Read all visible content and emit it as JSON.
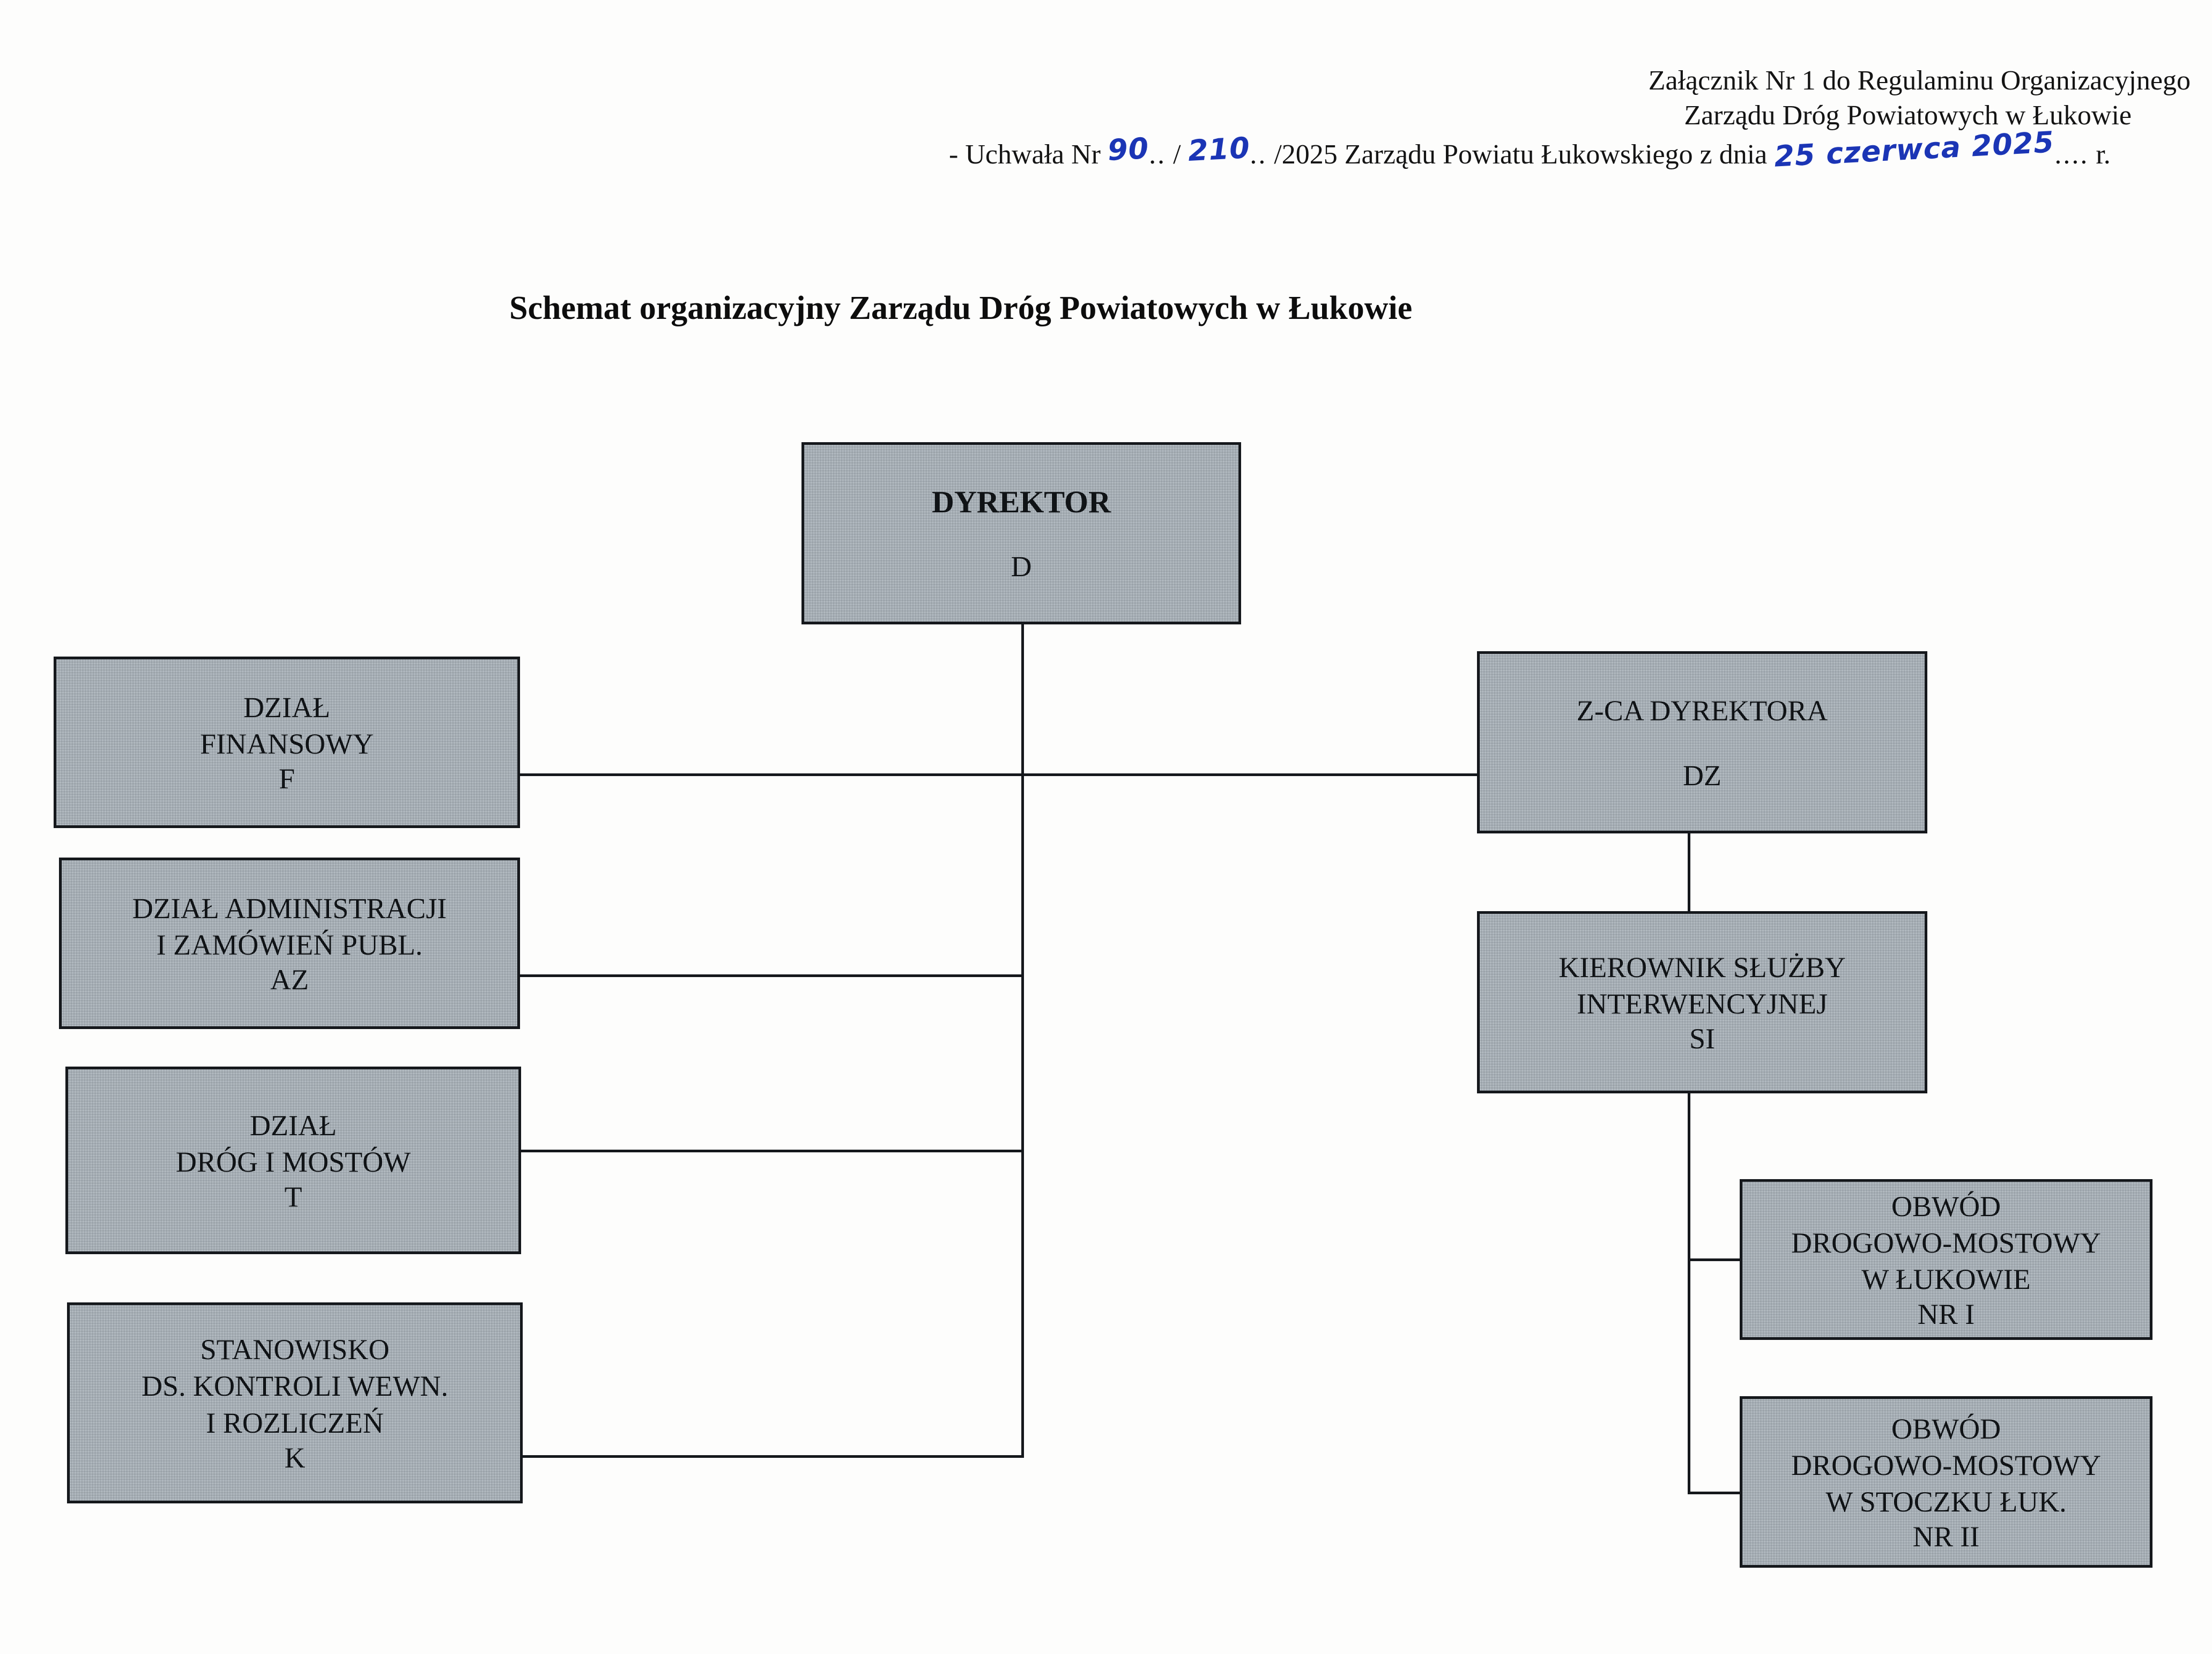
{
  "header": {
    "line1": "Załącznik Nr 1 do Regulaminu Organizacyjnego",
    "line2": "Zarządu Dróg Powiatowych w Łukowie",
    "resolution_prefix": "- Uchwała Nr",
    "resolution_number_handwritten": "90",
    "separator": "/",
    "resolution_seq_handwritten": "210",
    "resolution_year": "/2025 Zarządu Powiatu Łukowskiego z dnia",
    "date_handwritten": "25 czerwca 2025",
    "resolution_suffix": "r.",
    "dots": "............"
  },
  "title": "Schemat organizacyjny Zarządu Dróg Powiatowych w Łukowie",
  "colors": {
    "box_fill": "#c3cbd1",
    "box_border": "#15181c",
    "text": "#101316",
    "handwriting": "#1b35b5"
  },
  "chart_data": {
    "type": "diagram",
    "diagram_kind": "organizational-chart",
    "title": "Schemat organizacyjny Zarządu Dróg Powiatowych w Łukowie",
    "nodes": [
      {
        "id": "D",
        "lines": [
          "DYREKTOR"
        ],
        "code": "D",
        "bold": true,
        "parent": null,
        "column": "center"
      },
      {
        "id": "DZ",
        "lines": [
          "Z-CA DYREKTORA"
        ],
        "code": "DZ",
        "bold": false,
        "parent": "D",
        "column": "right"
      },
      {
        "id": "SI",
        "lines": [
          "KIEROWNIK SŁUŻBY",
          "INTERWENCYJNEJ"
        ],
        "code": "SI",
        "bold": false,
        "parent": "DZ",
        "column": "right"
      },
      {
        "id": "ODM1",
        "lines": [
          "OBWÓD",
          "DROGOWO-MOSTOWY",
          "W ŁUKOWIE"
        ],
        "code": "NR I",
        "bold": false,
        "parent": "SI",
        "column": "right"
      },
      {
        "id": "ODM2",
        "lines": [
          "OBWÓD",
          "DROGOWO-MOSTOWY",
          "W STOCZKU ŁUK."
        ],
        "code": "NR II",
        "bold": false,
        "parent": "SI",
        "column": "right"
      },
      {
        "id": "F",
        "lines": [
          "DZIAŁ",
          "FINANSOWY"
        ],
        "code": "F",
        "bold": false,
        "parent": "D",
        "column": "left"
      },
      {
        "id": "AZ",
        "lines": [
          "DZIAŁ ADMINISTRACJI",
          "I ZAMÓWIEŃ PUBL."
        ],
        "code": "AZ",
        "bold": false,
        "parent": "D",
        "column": "left"
      },
      {
        "id": "T",
        "lines": [
          "DZIAŁ",
          "DRÓG I MOSTÓW"
        ],
        "code": "T",
        "bold": false,
        "parent": "D",
        "column": "left"
      },
      {
        "id": "K",
        "lines": [
          "STANOWISKO",
          "DS. KONTROLI WEWN.",
          "I ROZLICZEŃ"
        ],
        "code": "K",
        "bold": false,
        "parent": "D",
        "column": "left"
      }
    ],
    "edges": [
      {
        "from": "D",
        "to": "F"
      },
      {
        "from": "D",
        "to": "AZ"
      },
      {
        "from": "D",
        "to": "T"
      },
      {
        "from": "D",
        "to": "K"
      },
      {
        "from": "D",
        "to": "DZ"
      },
      {
        "from": "DZ",
        "to": "SI"
      },
      {
        "from": "SI",
        "to": "ODM1"
      },
      {
        "from": "SI",
        "to": "ODM2"
      }
    ]
  },
  "nodes": {
    "dyrektor": {
      "l1": "DYREKTOR",
      "code": "D"
    },
    "zca": {
      "l1": "Z-CA DYREKTORA",
      "code": "DZ"
    },
    "si": {
      "l1": "KIEROWNIK SŁUŻBY",
      "l2": "INTERWENCYJNEJ",
      "code": "SI"
    },
    "obwod1": {
      "l1": "OBWÓD",
      "l2": "DROGOWO-MOSTOWY",
      "l3": "W ŁUKOWIE",
      "code": "NR I"
    },
    "obwod2": {
      "l1": "OBWÓD",
      "l2": "DROGOWO-MOSTOWY",
      "l3": "W STOCZKU ŁUK.",
      "code": "NR II"
    },
    "finansowy": {
      "l1": "DZIAŁ",
      "l2": "FINANSOWY",
      "code": "F"
    },
    "admin": {
      "l1": "DZIAŁ ADMINISTRACJI",
      "l2": "I ZAMÓWIEŃ PUBL.",
      "code": "AZ"
    },
    "drogi": {
      "l1": "DZIAŁ",
      "l2": "DRÓG I MOSTÓW",
      "code": "T"
    },
    "kontrola": {
      "l1": "STANOWISKO",
      "l2": "DS. KONTROLI WEWN.",
      "l3": "I ROZLICZEŃ",
      "code": "K"
    }
  }
}
